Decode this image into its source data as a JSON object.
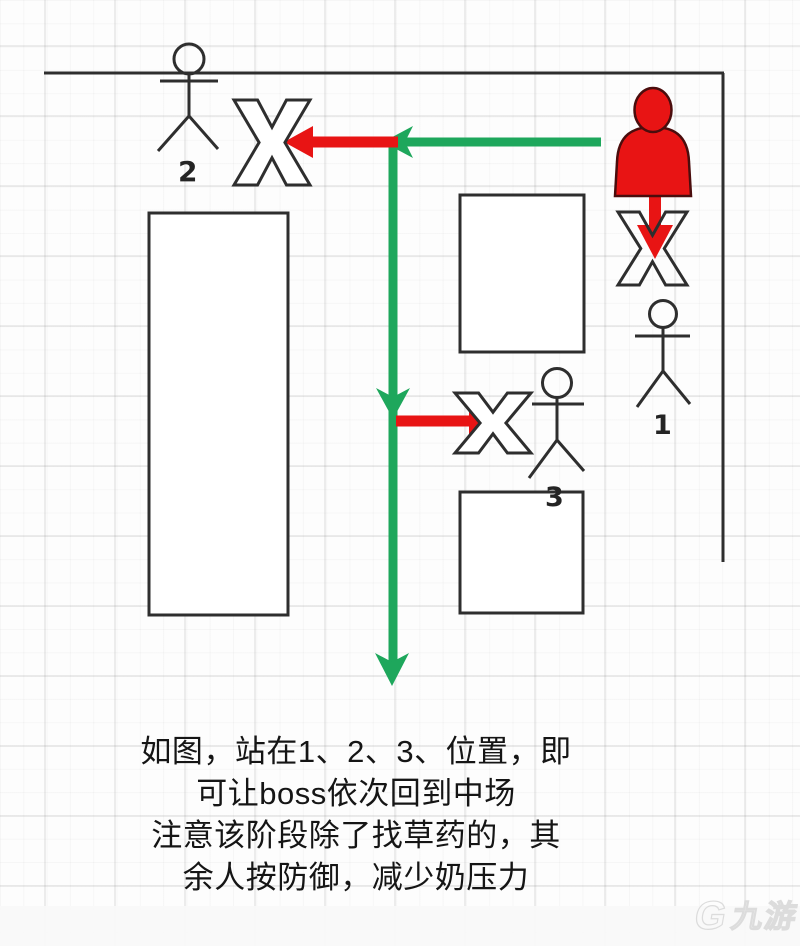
{
  "colors": {
    "ink": "#2e2e2e",
    "red": "#e81414",
    "red_dark": "#4a0d0d",
    "green": "#1ea75c",
    "white": "#ffffff",
    "watermark_gray": "#dcdcdc"
  },
  "positions": {
    "p1": {
      "label": "1"
    },
    "p2": {
      "label": "2"
    },
    "p3": {
      "label": "3"
    }
  },
  "caption": {
    "lines": [
      "如图，站在1、2、3、位置，即",
      "可让boss依次回到中场",
      "注意该阶段除了找草药的，其",
      "余人按防御，减少奶压力"
    ]
  },
  "watermark": {
    "logo": "G",
    "text": "九游"
  }
}
